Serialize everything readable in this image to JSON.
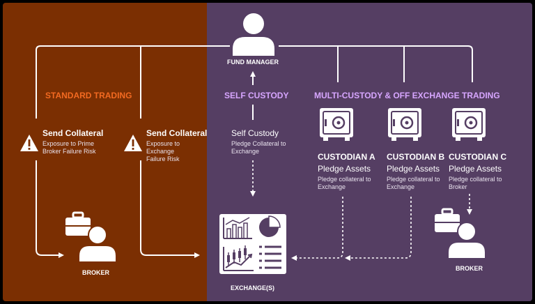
{
  "fund_manager": {
    "label": "FUND MANAGER"
  },
  "standard_trading": {
    "heading": "STANDARD TRADING",
    "left": {
      "title": "Send Collateral",
      "desc": "Exposure to Prime Broker Failure Risk"
    },
    "right": {
      "title": "Send Collateral",
      "desc": "Exposure to Exchange Failure Risk"
    },
    "broker_label": "BROKER"
  },
  "self_custody": {
    "heading": "SELF  CUSTODY",
    "title": "Self Custody",
    "desc": "Pledge Collateral to Exchange"
  },
  "multi_custody": {
    "heading": "MULTI-CUSTODY & OFF EXCHANGE  TRADING",
    "custodians": [
      {
        "name": "CUSTODIAN A",
        "action": "Pledge Assets",
        "desc": "Pledge collateral to Exchange"
      },
      {
        "name": "CUSTODIAN B",
        "action": "Pledge Assets",
        "desc": "Pledge collateral to Exchange"
      },
      {
        "name": "CUSTODIAN C",
        "action": "Pledge Assets",
        "desc": "Pledge collateral to Broker"
      }
    ],
    "broker_label": "BROKER"
  },
  "exchange": {
    "label": "EXCHANGE(S)"
  },
  "colors": {
    "left_panel": "#7b2f02",
    "right_panel": "#553e63",
    "orange_heading": "#f36a21",
    "lilac_heading": "#d7a6ff"
  }
}
